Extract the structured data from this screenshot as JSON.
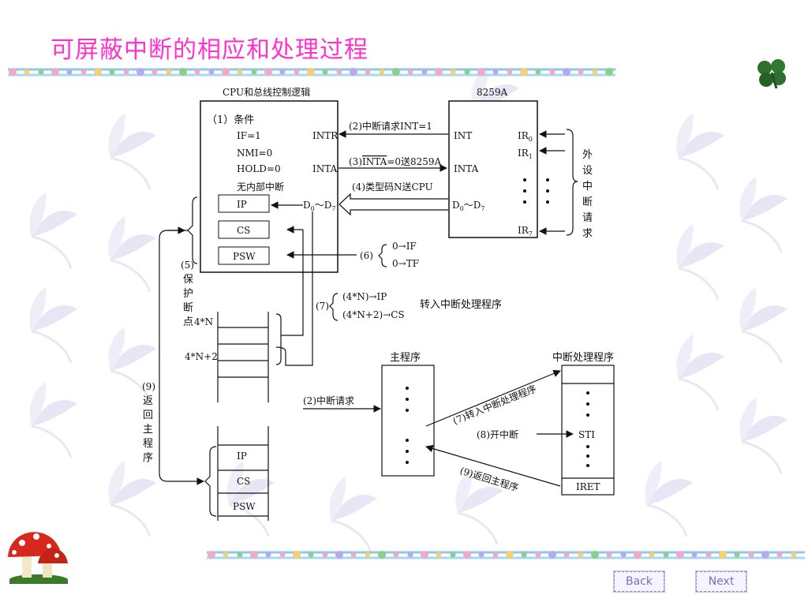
{
  "slide": {
    "title": "可屏蔽中断的相应和处理过程",
    "accent_color": "#ff33cc"
  },
  "nav": {
    "back_label": "Back",
    "next_label": "Next"
  },
  "decorations": {
    "corner_top": "clover-icon",
    "corner_bottom": "mushroom-icon"
  },
  "diagram": {
    "cpu": {
      "label": "CPU和总线控制逻辑",
      "conditions_title": "（1）条件",
      "conditions": [
        "IF=1",
        "NMI=0",
        "HOLD=0",
        "无内部中断"
      ],
      "registers": [
        "IP",
        "CS",
        "PSW"
      ],
      "pins": {
        "intr": "INTR",
        "inta": "INTA",
        "data_prefix": "D",
        "data_sub1": "0",
        "tilde": "～",
        "data_sub2": "7"
      }
    },
    "pic": {
      "label": "8259A",
      "int": "INT",
      "inta": "INTA",
      "data_prefix": "D",
      "data_sub1": "0",
      "tilde": "～",
      "data_sub2": "7",
      "ir": "IR",
      "ir0": "0",
      "ir1": "1",
      "ir7": "7",
      "dots": "•",
      "external_label": [
        "外",
        "设",
        "中",
        "断",
        "请",
        "求"
      ]
    },
    "steps": {
      "s2": "(2)中断请求INT=1",
      "s3_prefix": "(3)",
      "s3_bar": "INTA",
      "s3_suffix": "=0送8259A",
      "s4": "(4)类型码N送CPU",
      "s6": "(6)",
      "s6_a": "0→IF",
      "s6_b": "0→TF",
      "s5_num": "(5)",
      "s5_chars": [
        "保",
        "护",
        "断",
        "点"
      ],
      "s7": "(7)",
      "s7_a": "(4*N)→IP",
      "s7_b": "(4*N+2)→CS",
      "s7_note": "转入中断处理程序",
      "s9_num": "(9)",
      "s9_chars": [
        "返",
        "回",
        "主",
        "程",
        "序"
      ]
    },
    "memory": {
      "addr1": "4*N",
      "addr2": "4*N+2"
    },
    "stack": {
      "items": [
        "IP",
        "CS",
        "PSW"
      ]
    },
    "flow": {
      "main_label": "主程序",
      "isr_label": "中断处理程序",
      "request": "(2)中断请求",
      "goto_isr": "(7)转入中断处理程序",
      "enable": "(8)开中断",
      "sti": "STI",
      "iret": "IRET",
      "return_main": "(9)返回主程序"
    }
  }
}
